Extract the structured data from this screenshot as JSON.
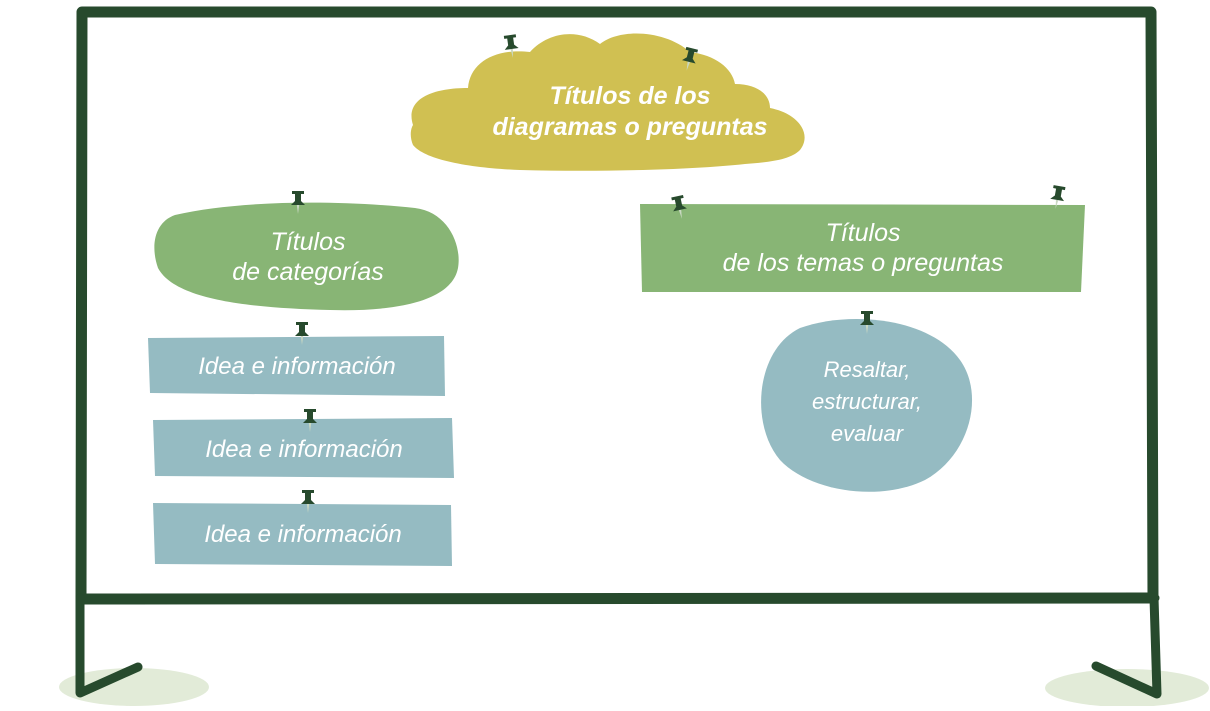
{
  "colors": {
    "frame": "#274a2d",
    "board": "#ffffff",
    "cloud": "#d0c052",
    "green_note": "#88b575",
    "blue_note": "#95bbc2",
    "floor_shadow": "#e2ebd8",
    "pin": "#274a2d",
    "pin_tip": "#c9d8c2"
  },
  "cloud": {
    "line1": "Títulos de los",
    "line2": "diagramas o preguntas"
  },
  "categories_note": {
    "line1": "Títulos",
    "line2": "de categorías"
  },
  "topics_note": {
    "line1": "Títulos",
    "line2": "de los temas o preguntas"
  },
  "idea_notes": [
    {
      "label": "Idea e información"
    },
    {
      "label": "Idea e información"
    },
    {
      "label": "Idea e información"
    }
  ],
  "highlight_note": {
    "line1": "Resaltar,",
    "line2": "estructurar,",
    "line3": "evaluar"
  },
  "pin_icon": "pushpin-icon"
}
